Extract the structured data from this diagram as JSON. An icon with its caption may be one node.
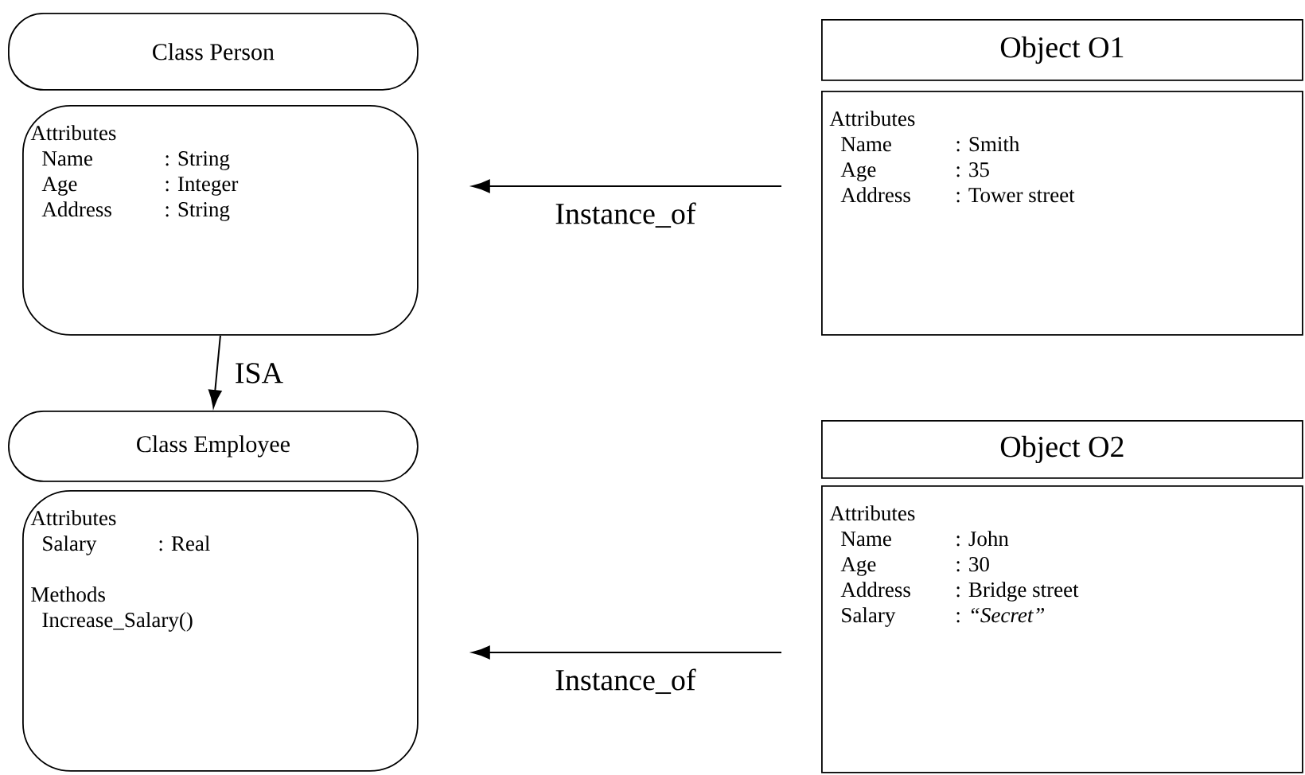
{
  "diagram": {
    "nodes": [
      {
        "text": [
          "Class Person"
        ]
      },
      {
        "text": [
          "Attributes",
          "Name",
          ": String",
          "Age",
          ": Integer",
          "Address",
          ": String"
        ]
      },
      {
        "text": [
          "Class Employee"
        ]
      },
      {
        "text": [
          "Attributes",
          "Salary",
          ": Real",
          "Methods",
          "Increase_Salary()"
        ]
      },
      {
        "text": [
          "Object O1"
        ]
      },
      {
        "text": [
          "Attributes",
          "Name",
          ": Smith",
          "Age",
          ": 35",
          "Address",
          ": Tower street"
        ]
      },
      {
        "text": [
          "Object O2"
        ]
      },
      {
        "text": [
          "Attributes",
          "Name",
          ": John",
          "Age",
          ": 30",
          "Address",
          ": Bridge street",
          "Salary",
          ": *“Secret”*"
        ]
      }
    ],
    "edges": [
      {
        "from": 1,
        "to": 2,
        "arrow": "to",
        "label": "ISA"
      },
      {
        "from": 5,
        "to": 1,
        "arrow": "to",
        "label": "Instance_of"
      },
      {
        "from": 7,
        "to": 3,
        "arrow": "to",
        "label": "Instance_of"
      }
    ]
  }
}
